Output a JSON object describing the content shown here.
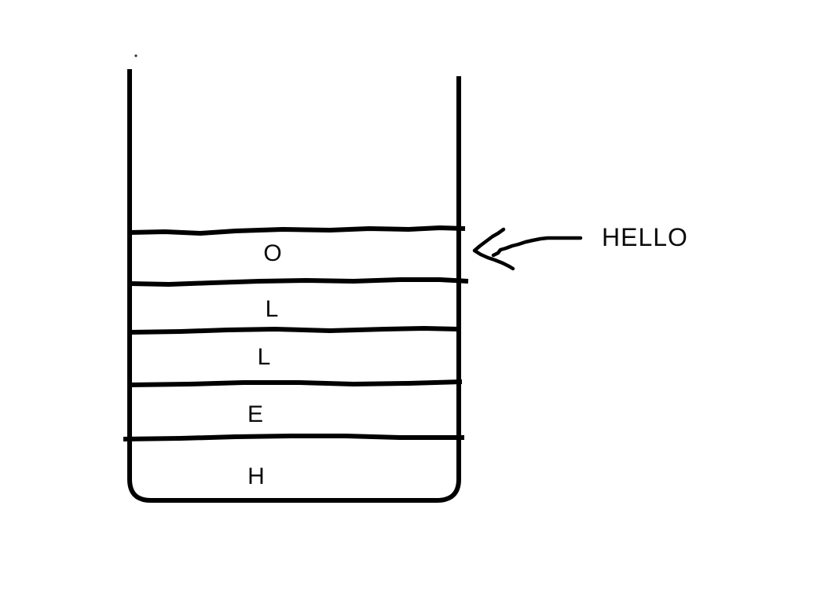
{
  "canvas": {
    "background_color": "#ffffff",
    "ink_color": "#000000"
  },
  "stack": {
    "cells": [
      "O",
      "L",
      "L",
      "E",
      "H"
    ]
  },
  "annotation": {
    "label": "HELLO",
    "arrow_icon": "hand-drawn-left-arrow"
  }
}
